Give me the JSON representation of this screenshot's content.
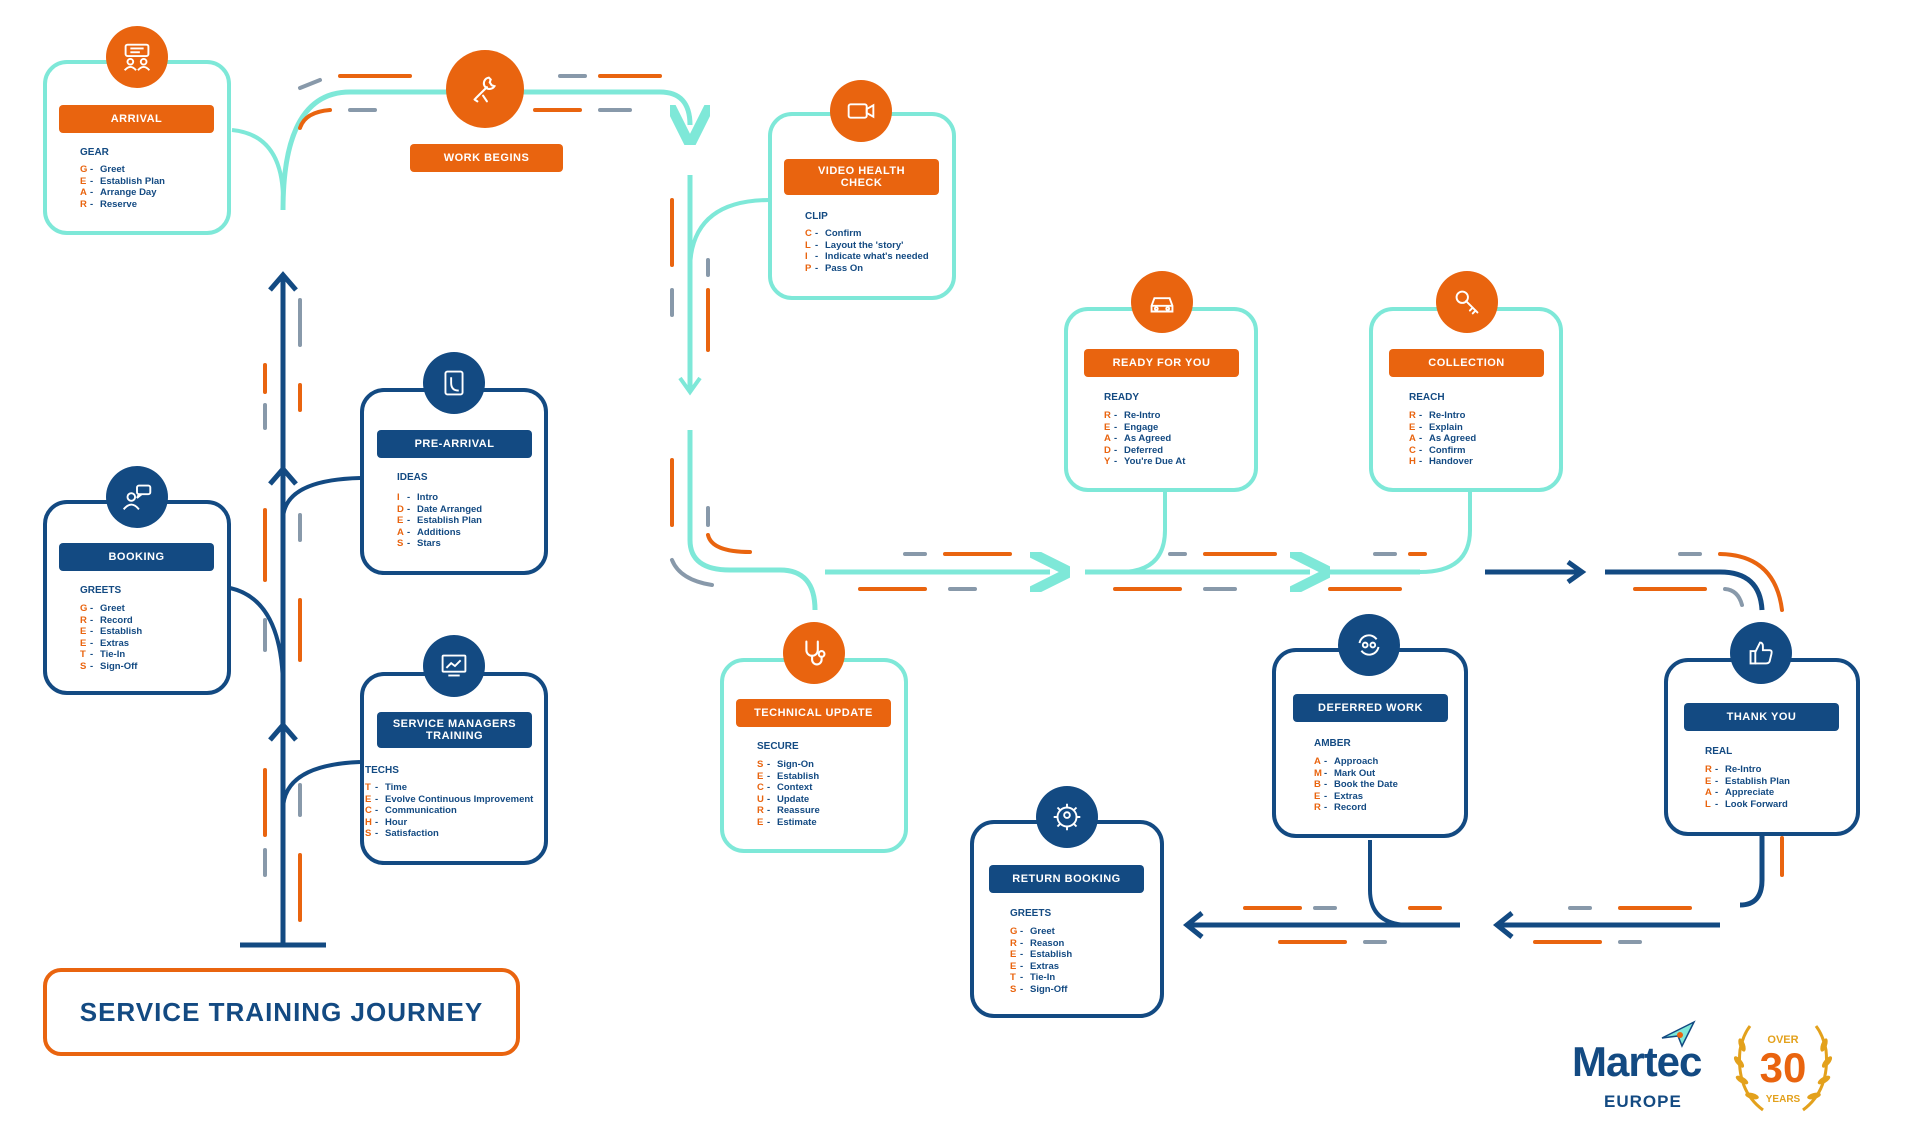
{
  "title": "SERVICE TRAINING JOURNEY",
  "colors": {
    "orange": "#e9640f",
    "navy": "#134a82",
    "teal": "#7ee8d8",
    "grey": "#8899aa"
  },
  "stages": {
    "arrival": {
      "label": "ARRIVAL",
      "acronym": "GEAR",
      "icon": "group-chat-icon",
      "items": [
        {
          "k": "G",
          "t": "Greet"
        },
        {
          "k": "E",
          "t": "Establish Plan"
        },
        {
          "k": "A",
          "t": "Arrange Day"
        },
        {
          "k": "R",
          "t": "Reserve"
        }
      ]
    },
    "work_begins": {
      "label": "WORK BEGINS",
      "icon": "wrench-icon"
    },
    "video_health_check": {
      "label": "VIDEO HEALTH CHECK",
      "acronym": "CLIP",
      "icon": "video-camera-icon",
      "items": [
        {
          "k": "C",
          "t": "Confirm"
        },
        {
          "k": "L",
          "t": "Layout the 'story'"
        },
        {
          "k": "I",
          "t": "Indicate what's needed"
        },
        {
          "k": "P",
          "t": "Pass On"
        }
      ]
    },
    "ready_for_you": {
      "label": "READY FOR YOU",
      "acronym": "READY",
      "icon": "car-icon",
      "items": [
        {
          "k": "R",
          "t": "Re-Intro"
        },
        {
          "k": "E",
          "t": "Engage"
        },
        {
          "k": "A",
          "t": "As Agreed"
        },
        {
          "k": "D",
          "t": "Deferred"
        },
        {
          "k": "Y",
          "t": "You're Due At"
        }
      ]
    },
    "collection": {
      "label": "COLLECTION",
      "acronym": "REACH",
      "icon": "key-icon",
      "items": [
        {
          "k": "R",
          "t": "Re-Intro"
        },
        {
          "k": "E",
          "t": "Explain"
        },
        {
          "k": "A",
          "t": "As Agreed"
        },
        {
          "k": "C",
          "t": "Confirm"
        },
        {
          "k": "H",
          "t": "Handover"
        }
      ]
    },
    "pre_arrival": {
      "label": "PRE-ARRIVAL",
      "acronym": "IDEAS",
      "icon": "tablet-hand-icon",
      "items": [
        {
          "k": "I",
          "t": "Intro"
        },
        {
          "k": "D",
          "t": "Date Arranged"
        },
        {
          "k": "E",
          "t": "Establish Plan"
        },
        {
          "k": "A",
          "t": "Additions"
        },
        {
          "k": "S",
          "t": "Stars"
        }
      ]
    },
    "booking": {
      "label": "BOOKING",
      "acronym": "GREETS",
      "icon": "person-speech-icon",
      "items": [
        {
          "k": "G",
          "t": "Greet"
        },
        {
          "k": "R",
          "t": "Record"
        },
        {
          "k": "E",
          "t": "Establish"
        },
        {
          "k": "E",
          "t": "Extras"
        },
        {
          "k": "T",
          "t": "Tie-In"
        },
        {
          "k": "S",
          "t": "Sign-Off"
        }
      ]
    },
    "service_managers_training": {
      "label": "SERVICE MANAGERS TRAINING",
      "acronym": "TECHS",
      "icon": "presentation-icon",
      "items": [
        {
          "k": "T",
          "t": "Time"
        },
        {
          "k": "E",
          "t": "Evolve Continuous Improvement"
        },
        {
          "k": "C",
          "t": "Communication"
        },
        {
          "k": "H",
          "t": "Hour"
        },
        {
          "k": "S",
          "t": "Satisfaction"
        }
      ]
    },
    "technical_update": {
      "label": "TECHNICAL UPDATE",
      "acronym": "SECURE",
      "icon": "stethoscope-icon",
      "items": [
        {
          "k": "S",
          "t": "Sign-On"
        },
        {
          "k": "E",
          "t": "Establish"
        },
        {
          "k": "C",
          "t": "Context"
        },
        {
          "k": "U",
          "t": "Update"
        },
        {
          "k": "R",
          "t": "Reassure"
        },
        {
          "k": "E",
          "t": "Estimate"
        }
      ]
    },
    "deferred_work": {
      "label": "DEFERRED WORK",
      "acronym": "AMBER",
      "icon": "refresh-people-icon",
      "items": [
        {
          "k": "A",
          "t": "Approach"
        },
        {
          "k": "M",
          "t": "Mark Out"
        },
        {
          "k": "B",
          "t": "Book the Date"
        },
        {
          "k": "E",
          "t": "Extras"
        },
        {
          "k": "R",
          "t": "Record"
        }
      ]
    },
    "thank_you": {
      "label": "THANK YOU",
      "acronym": "REAL",
      "icon": "thumbs-up-icon",
      "items": [
        {
          "k": "R",
          "t": "Re-Intro"
        },
        {
          "k": "E",
          "t": "Establish Plan"
        },
        {
          "k": "A",
          "t": "Appreciate"
        },
        {
          "k": "L",
          "t": "Look Forward"
        }
      ]
    },
    "return_booking": {
      "label": "RETURN BOOKING",
      "acronym": "GREETS",
      "icon": "gear-people-icon",
      "items": [
        {
          "k": "G",
          "t": "Greet"
        },
        {
          "k": "R",
          "t": "Reason"
        },
        {
          "k": "E",
          "t": "Establish"
        },
        {
          "k": "E",
          "t": "Extras"
        },
        {
          "k": "T",
          "t": "Tie-In"
        },
        {
          "k": "S",
          "t": "Sign-Off"
        }
      ]
    }
  },
  "logo": {
    "brand": "Martec",
    "region": "EUROPE",
    "badge_top": "OVER",
    "badge_number": "30",
    "badge_bottom": "YEARS"
  }
}
